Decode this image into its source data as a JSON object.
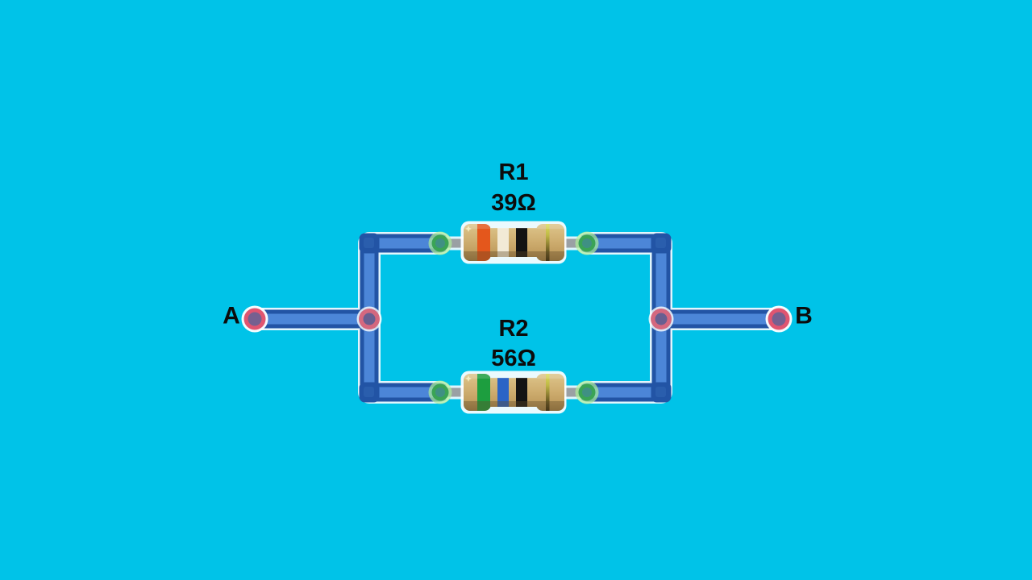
{
  "background_color": "#00c3e8",
  "labels": {
    "terminal_left": "A",
    "terminal_right": "B"
  },
  "resistors": [
    {
      "ref": "R1",
      "value": "39Ω",
      "bands": [
        {
          "name": "orange",
          "hex": "#e4571c"
        },
        {
          "name": "white",
          "hex": "#f2ead6"
        },
        {
          "name": "black",
          "hex": "#131313"
        },
        {
          "name": "gold",
          "hex": "#b9a33e"
        }
      ]
    },
    {
      "ref": "R2",
      "value": "56Ω",
      "bands": [
        {
          "name": "green",
          "hex": "#1d9e3f"
        },
        {
          "name": "blue",
          "hex": "#2a64c6"
        },
        {
          "name": "black",
          "hex": "#131313"
        },
        {
          "name": "gold",
          "hex": "#b9a33e"
        }
      ]
    }
  ],
  "wire": {
    "outline": "#f6fbff",
    "dark": "#2254a5",
    "light": "#4c86d8"
  },
  "connectors": {
    "lead": "#9aa0a4",
    "green_glow": "#aef09a",
    "green_ring": "#3aa455",
    "green_core": "#3f8f86",
    "pink_glow": "#ffffff",
    "pink_ring": "#d4566e",
    "pin_core": "#675f91",
    "terminal_ring": "#e05570",
    "terminal_core": "#756090"
  },
  "resistor_body": {
    "tan": "#c9a869",
    "shadow": "#5f4a28"
  }
}
